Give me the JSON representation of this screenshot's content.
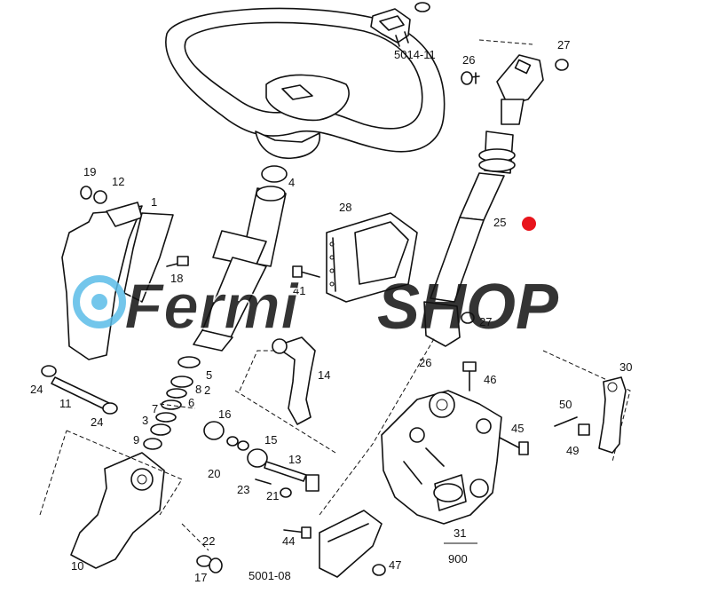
{
  "diagram": {
    "callouts": [
      {
        "id": "c5014",
        "text": "5014-11"
      },
      {
        "id": "c26a",
        "text": "26"
      },
      {
        "id": "c27a",
        "text": "27"
      },
      {
        "id": "c19",
        "text": "19"
      },
      {
        "id": "c12",
        "text": "12"
      },
      {
        "id": "c1",
        "text": "1"
      },
      {
        "id": "c4",
        "text": "4"
      },
      {
        "id": "c28",
        "text": "28"
      },
      {
        "id": "c25",
        "text": "25"
      },
      {
        "id": "c18",
        "text": "18"
      },
      {
        "id": "c41",
        "text": "41"
      },
      {
        "id": "c27b",
        "text": "27"
      },
      {
        "id": "c26b",
        "text": "26"
      },
      {
        "id": "c24a",
        "text": "24"
      },
      {
        "id": "c11",
        "text": "11"
      },
      {
        "id": "c24b",
        "text": "24"
      },
      {
        "id": "c5",
        "text": "5"
      },
      {
        "id": "c2",
        "text": "2"
      },
      {
        "id": "c8",
        "text": "8"
      },
      {
        "id": "c6",
        "text": "6"
      },
      {
        "id": "c7",
        "text": "7"
      },
      {
        "id": "c3",
        "text": "3"
      },
      {
        "id": "c9",
        "text": "9"
      },
      {
        "id": "c14",
        "text": "14"
      },
      {
        "id": "c16",
        "text": "16"
      },
      {
        "id": "c15",
        "text": "15"
      },
      {
        "id": "c13",
        "text": "13"
      },
      {
        "id": "c20",
        "text": "20"
      },
      {
        "id": "c23",
        "text": "23"
      },
      {
        "id": "c21",
        "text": "21"
      },
      {
        "id": "c46",
        "text": "46"
      },
      {
        "id": "c30",
        "text": "30"
      },
      {
        "id": "c50",
        "text": "50"
      },
      {
        "id": "c45",
        "text": "45"
      },
      {
        "id": "c49",
        "text": "49"
      },
      {
        "id": "c10",
        "text": "10"
      },
      {
        "id": "c22",
        "text": "22"
      },
      {
        "id": "c17",
        "text": "17"
      },
      {
        "id": "c44",
        "text": "44"
      },
      {
        "id": "c5001",
        "text": "5001-08"
      },
      {
        "id": "c47",
        "text": "47"
      },
      {
        "id": "c31",
        "text": "31"
      },
      {
        "id": "c900",
        "text": "900"
      }
    ],
    "marker_color": "#e8141c"
  },
  "watermark": {
    "brand_left": "Fermi",
    "brand_right": "SHOP",
    "color": "#5bbde8"
  }
}
